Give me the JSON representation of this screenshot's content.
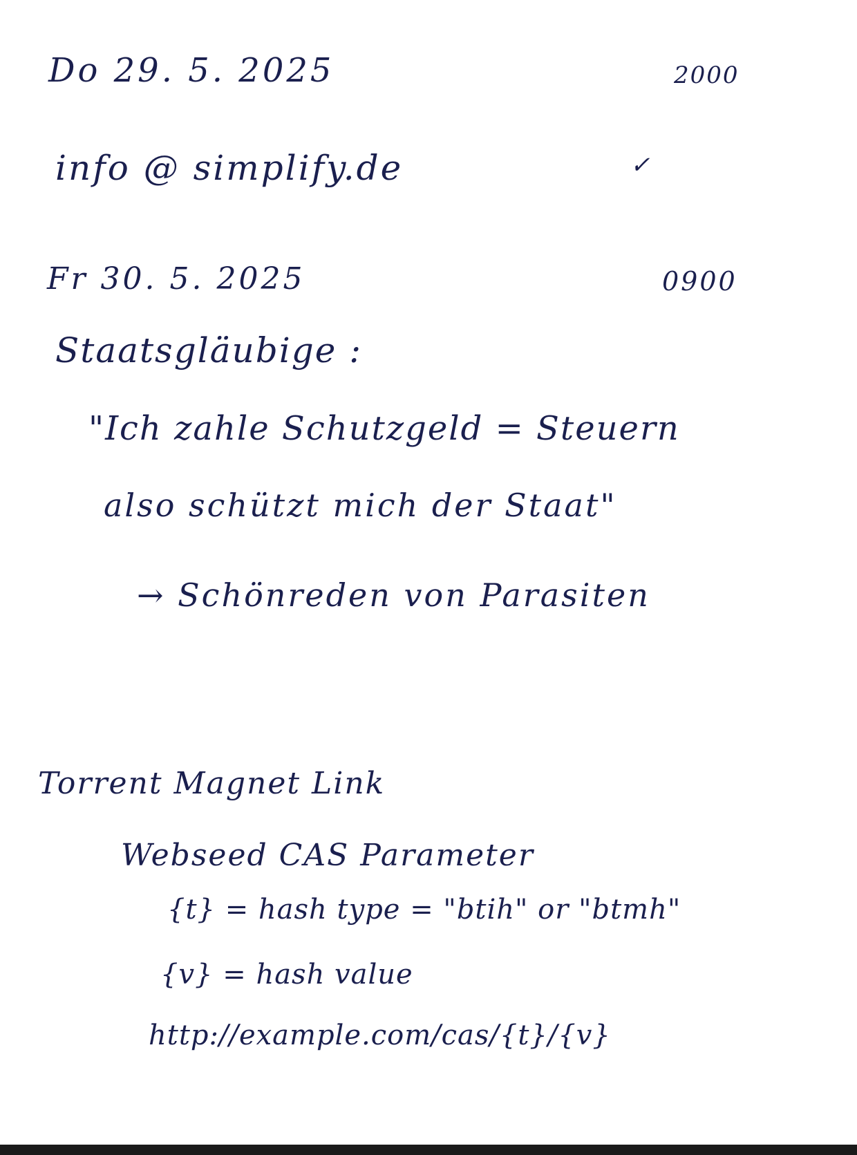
{
  "notes": {
    "line_date_1": "Do 29. 5. 2025",
    "line_time_1": "2000",
    "line_email": "info @ simplify.de",
    "line_check": "✓",
    "line_date_2": "Fr 30. 5. 2025",
    "line_time_2": "0900",
    "line_heading": "Staatsgläubige :",
    "line_quote_1": "\"Ich zahle Schutzgeld = Steuern",
    "line_quote_2": "also schützt mich der Staat\"",
    "line_arrow": "→ Schönreden von Parasiten",
    "line_torrent": "Torrent    Magnet Link",
    "line_webseed": "Webseed CAS Parameter",
    "line_t": "{t} = hash type = \"btih\" or \"btmh\"",
    "line_v": "{v} = hash value",
    "line_url": "http://example.com/cas/{t}/{v}"
  }
}
